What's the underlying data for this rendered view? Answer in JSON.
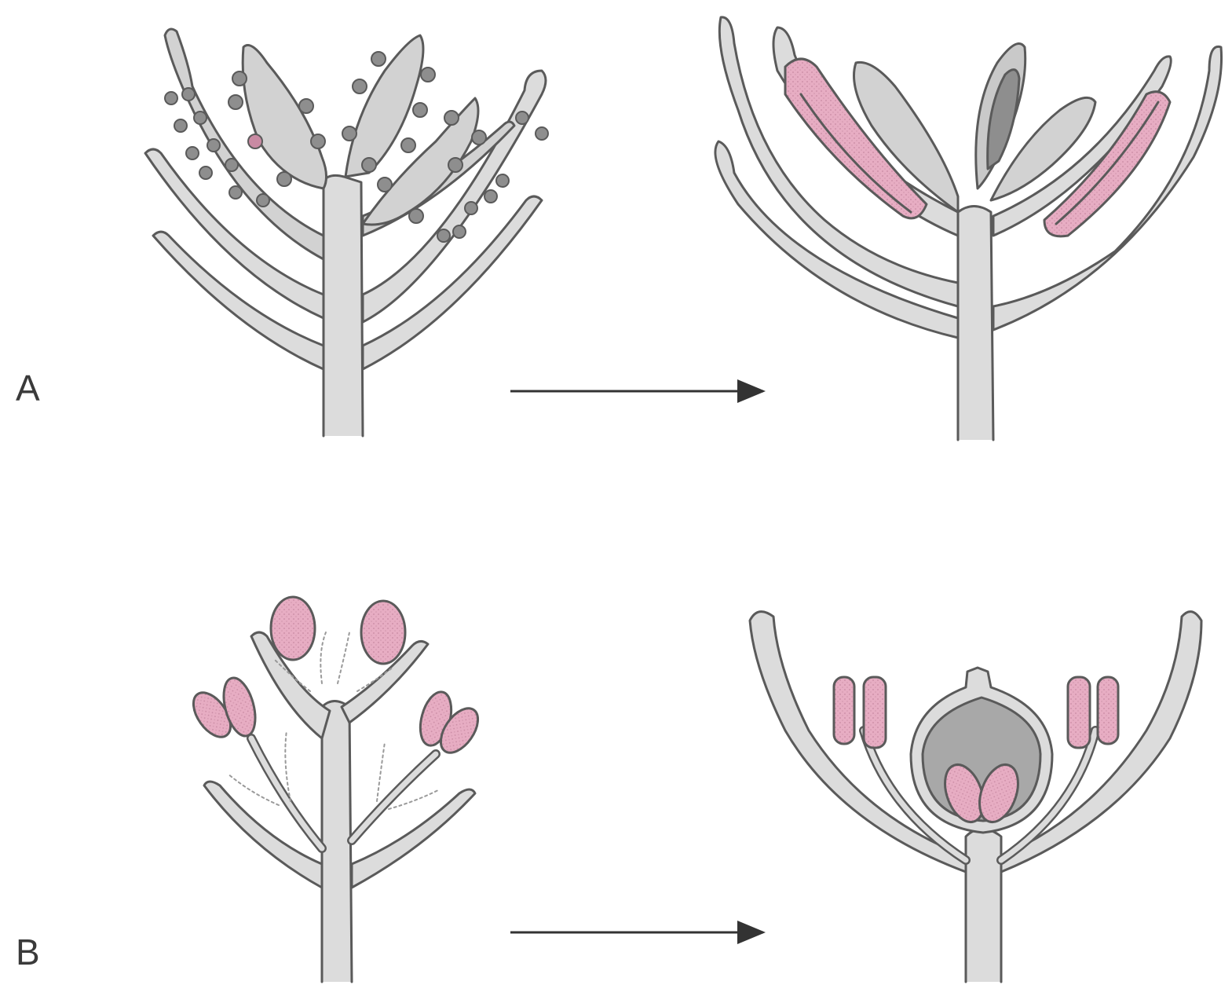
{
  "panels": [
    {
      "id": "A",
      "label": "A"
    },
    {
      "id": "B",
      "label": "B"
    }
  ],
  "colors": {
    "stem_fill": "#dcdcdc",
    "leaf_fill": "#d2d2d2",
    "outline": "#5a5a5a",
    "pink": "#e7adc3",
    "pink_dark": "#c98aa3",
    "sporangium": "#8e8e8e",
    "ovule": "#9a9a9a",
    "arrow": "#333333"
  },
  "icons": {
    "arrow": "right-arrow"
  }
}
